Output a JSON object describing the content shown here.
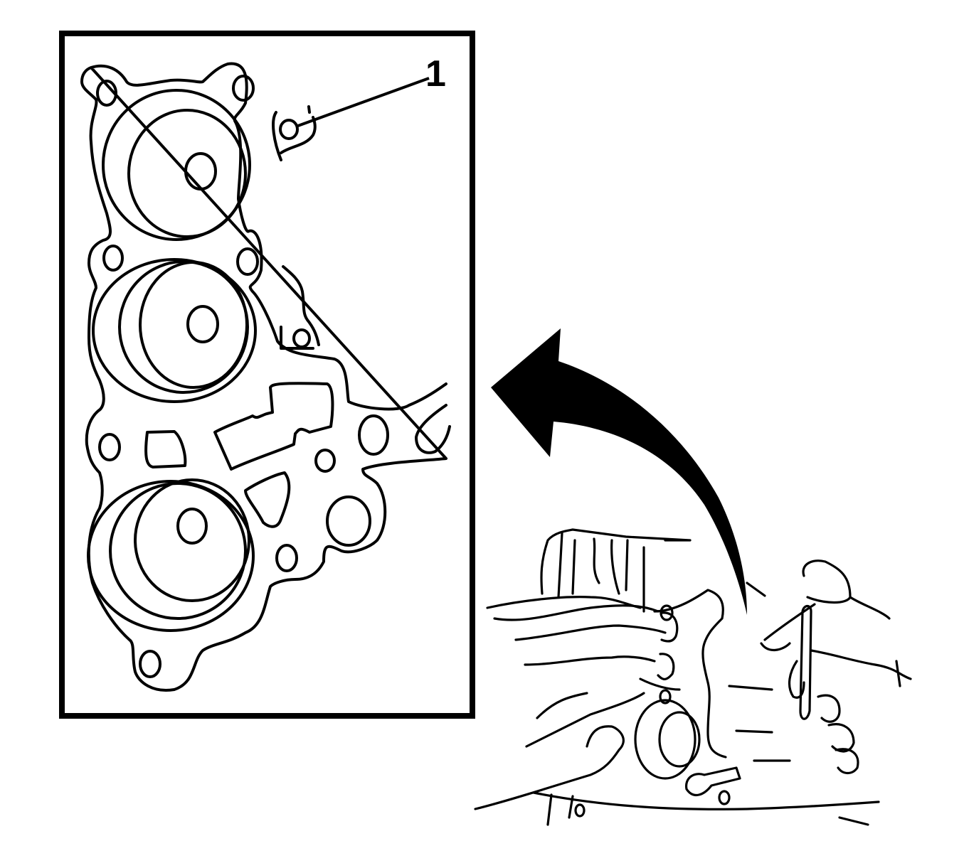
{
  "figure": {
    "type": "technical-line-illustration",
    "colors": {
      "ink": "#000000",
      "background": "#ffffff"
    },
    "inset": {
      "description": "Detail view of valve body / gasket plate with three bores",
      "callouts": [
        {
          "number": "1",
          "target": "small-hole-upper-right"
        }
      ]
    },
    "arrow": {
      "direction": "curved-up-left",
      "meaning": "detail-view-pointer"
    },
    "main_view": {
      "description": "Hands holding component and probing with tool"
    }
  }
}
